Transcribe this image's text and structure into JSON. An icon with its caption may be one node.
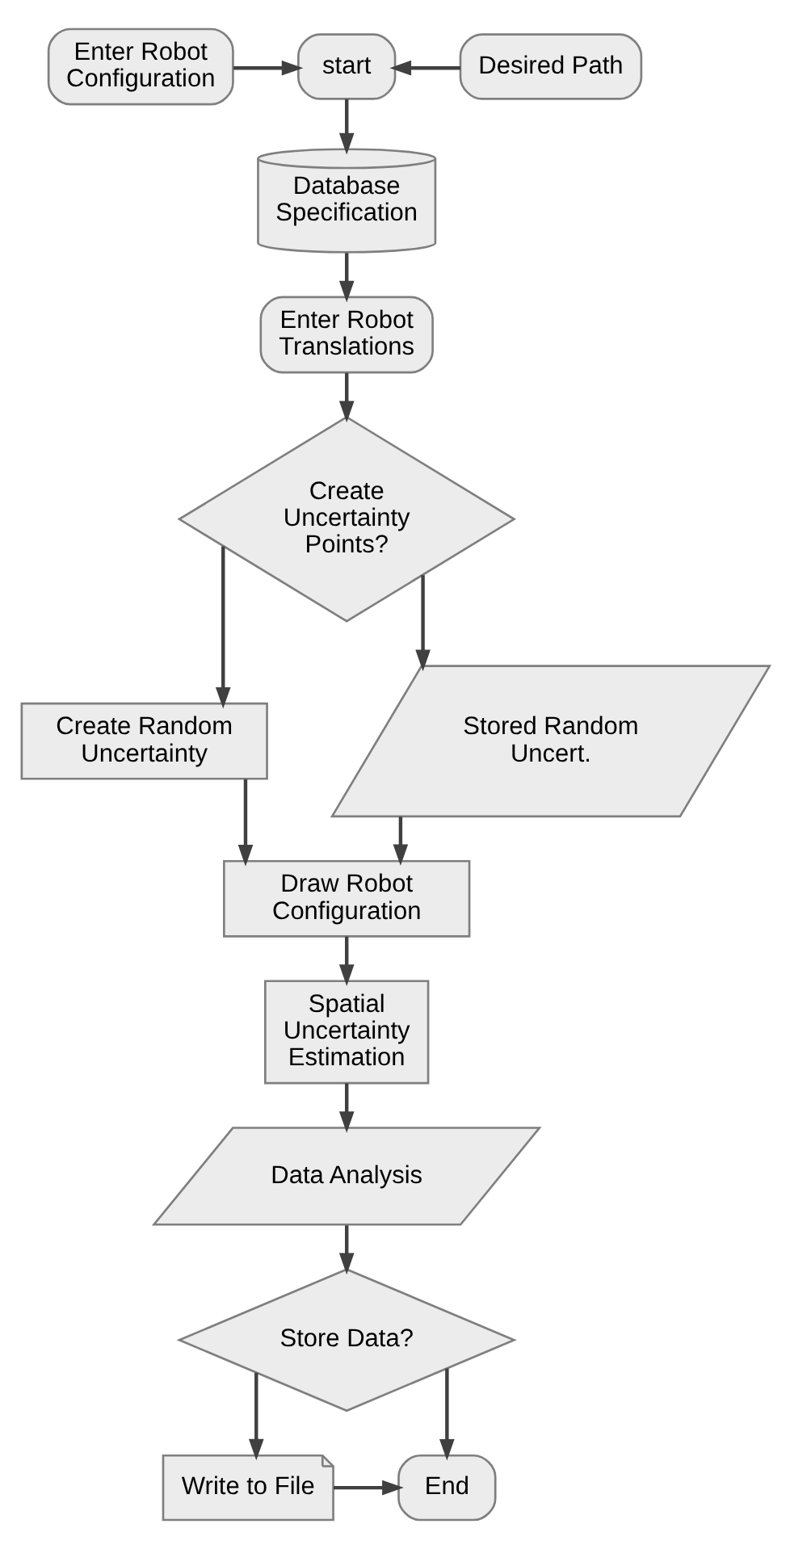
{
  "diagram": {
    "nodes": [
      {
        "text": [
          "Enter Robot Configuration"
        ]
      },
      {
        "text": [
          "start"
        ]
      },
      {
        "text": [
          "Desired Path"
        ]
      },
      {
        "text": [
          "Database Specification"
        ]
      },
      {
        "text": [
          "Enter Robot Translations"
        ]
      },
      {
        "text": [
          "Create Uncertainty Points?"
        ]
      },
      {
        "text": [
          "Create Random Uncertainty"
        ]
      },
      {
        "text": [
          "Stored Random Uncert."
        ]
      },
      {
        "text": [
          "Draw Robot Configuration"
        ]
      },
      {
        "text": [
          "Spatial Uncertainty Estimation"
        ]
      },
      {
        "text": [
          "Data Analysis"
        ]
      },
      {
        "text": [
          "Store Data?"
        ]
      },
      {
        "text": [
          "Write to File"
        ]
      },
      {
        "text": [
          "End"
        ]
      }
    ],
    "edges": [
      {
        "from": 0,
        "to": 1,
        "arrow": "to"
      },
      {
        "from": 2,
        "to": 1,
        "arrow": "to"
      },
      {
        "from": 1,
        "to": 3,
        "arrow": "to"
      },
      {
        "from": 3,
        "to": 4,
        "arrow": "to"
      },
      {
        "from": 4,
        "to": 5,
        "arrow": "to"
      },
      {
        "from": 5,
        "to": 6,
        "arrow": "to"
      },
      {
        "from": 5,
        "to": 7,
        "arrow": "to"
      },
      {
        "from": 6,
        "to": 8,
        "arrow": "to"
      },
      {
        "from": 7,
        "to": 8,
        "arrow": "to"
      },
      {
        "from": 8,
        "to": 9,
        "arrow": "to"
      },
      {
        "from": 9,
        "to": 10,
        "arrow": "to"
      },
      {
        "from": 10,
        "to": 11,
        "arrow": "to"
      },
      {
        "from": 11,
        "to": 12,
        "arrow": "to"
      },
      {
        "from": 11,
        "to": 13,
        "arrow": "to"
      },
      {
        "from": 12,
        "to": 13,
        "arrow": "to"
      }
    ]
  }
}
